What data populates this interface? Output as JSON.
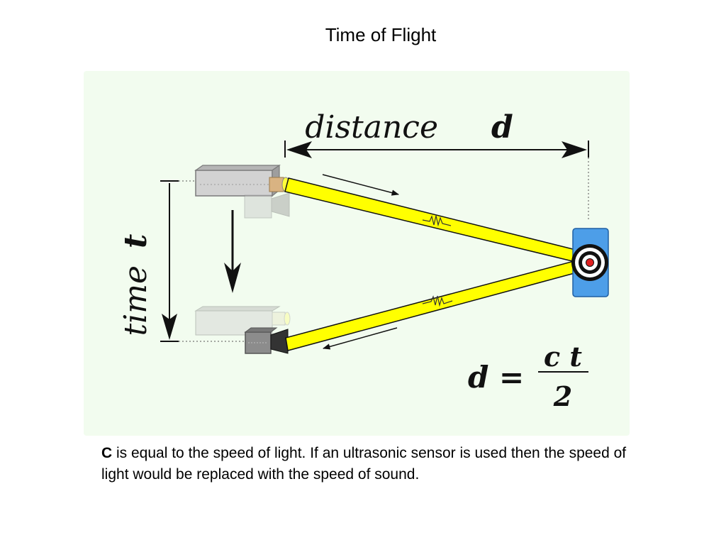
{
  "slide": {
    "title": "Time of Flight"
  },
  "diagram": {
    "distance_word": "distance",
    "distance_symbol": "d",
    "time_word": "time",
    "time_symbol": "t",
    "formula": {
      "lhs": "d =",
      "numerator": "c t",
      "denominator": "2"
    },
    "colors": {
      "background": "#f2fcef",
      "beam": "#ffff00",
      "beam_outline": "#111111",
      "target_face": "#4d9ee8",
      "target_hit": "#e02020",
      "sensor_body": "#cfcfcf"
    }
  },
  "caption": {
    "bold_lead": "C",
    "text": " is equal to the speed of light.  If an ultrasonic sensor is used then the speed of light would be replaced with the speed of sound."
  }
}
